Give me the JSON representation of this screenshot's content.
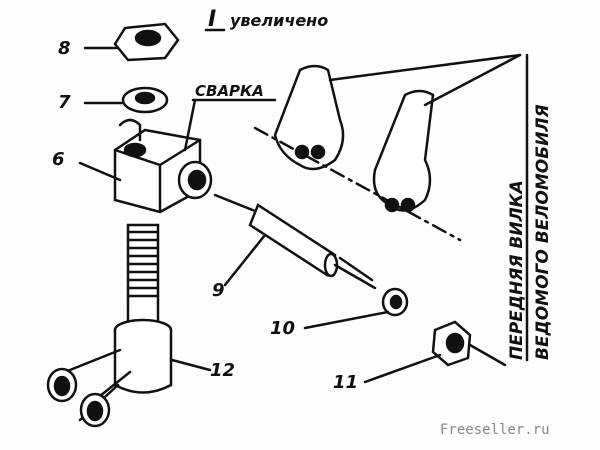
{
  "title": {
    "roman": "I",
    "text": "увеличено"
  },
  "welding_label": "СВАРКА",
  "part_numbers": [
    "6",
    "7",
    "8",
    "9",
    "10",
    "11",
    "12"
  ],
  "fork_caption": {
    "line1": "ПЕРЕДНЯЯ ВИЛКА",
    "line2": "ВЕДОМОГО ВЕЛОМОБИЛЯ"
  },
  "watermark": "Freeseller.ru",
  "colors": {
    "ink": "#111111",
    "paper": "#fdfdfd"
  }
}
